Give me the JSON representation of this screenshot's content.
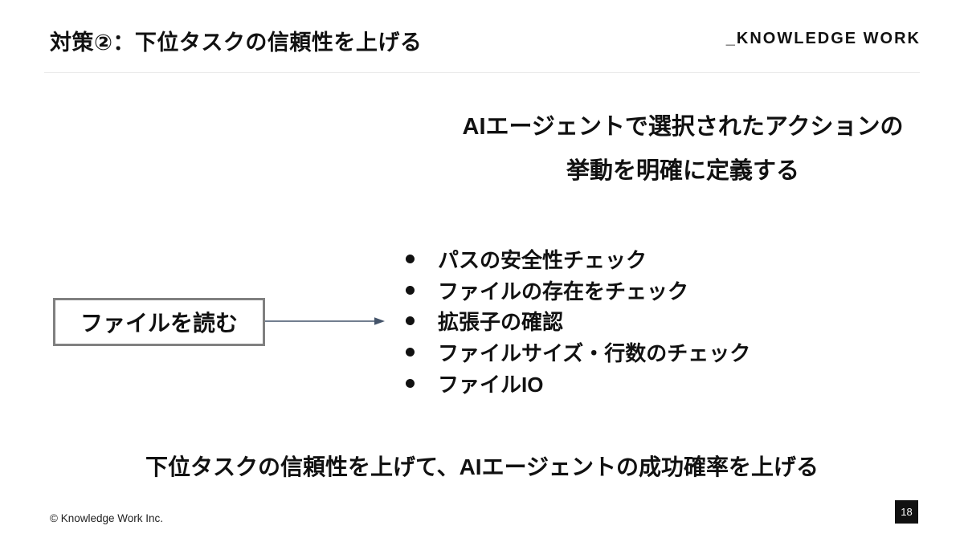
{
  "slide": {
    "title": "対策②：下位タスクの信頼性を上げる",
    "logo": "_KNOWLEDGE WORK",
    "heading": {
      "line1": "AIエージェントで選択されたアクションの",
      "line2": "挙動を明確に定義する"
    },
    "concept_box_label": "ファイルを読む",
    "bullets": [
      "パスの安全性チェック",
      "ファイルの存在をチェック",
      "拡張子の確認",
      "ファイルサイズ・行数のチェック",
      "ファイルIO"
    ],
    "conclusion": "下位タスクの信頼性を上げて、AIエージェントの成功確率を上げる",
    "footer_copyright": "© Knowledge Work Inc.",
    "page_number": "18",
    "colors": {
      "arrow": "#44546A",
      "box_border": "#808080",
      "text": "#111111",
      "divider": "#e9e9e9",
      "page_badge_bg": "#111111",
      "page_badge_text": "#ffffff"
    }
  }
}
